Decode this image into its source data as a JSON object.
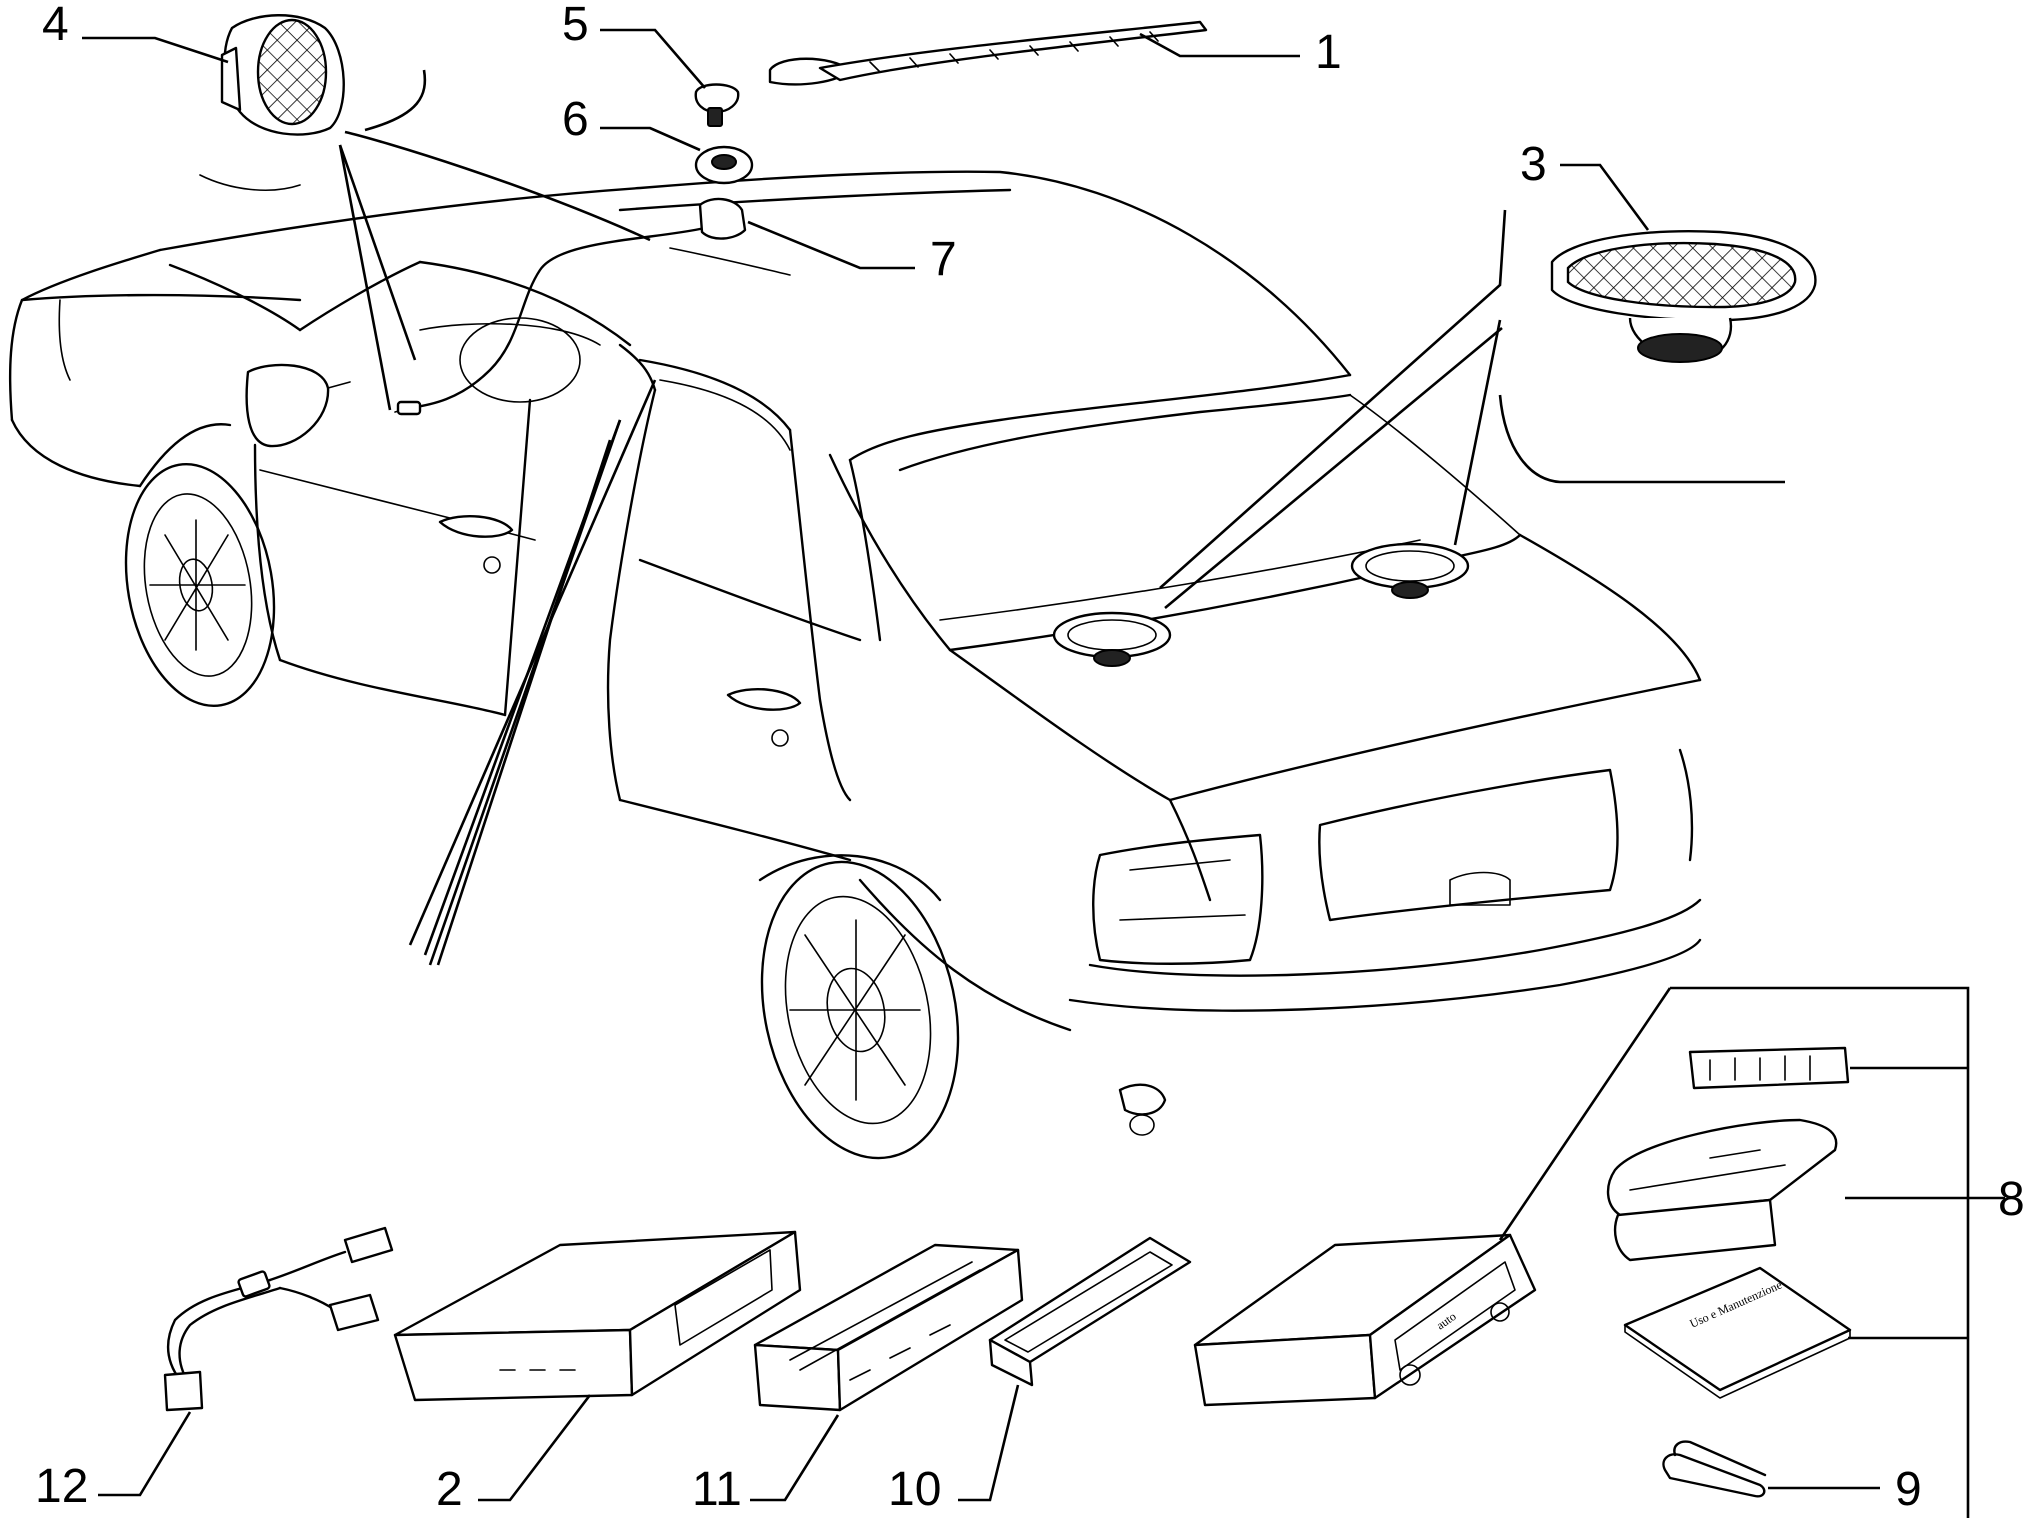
{
  "diagram": {
    "callouts": [
      {
        "id": "1",
        "text": "1"
      },
      {
        "id": "2",
        "text": "2"
      },
      {
        "id": "3",
        "text": "3"
      },
      {
        "id": "4",
        "text": "4"
      },
      {
        "id": "5",
        "text": "5"
      },
      {
        "id": "6",
        "text": "6"
      },
      {
        "id": "7",
        "text": "7"
      },
      {
        "id": "8",
        "text": "8"
      },
      {
        "id": "9",
        "text": "9"
      },
      {
        "id": "10",
        "text": "10"
      },
      {
        "id": "11",
        "text": "11"
      },
      {
        "id": "12",
        "text": "12"
      }
    ],
    "manual_cover_text": "Uso e Manutenzione",
    "radio_face_text": "auto"
  }
}
